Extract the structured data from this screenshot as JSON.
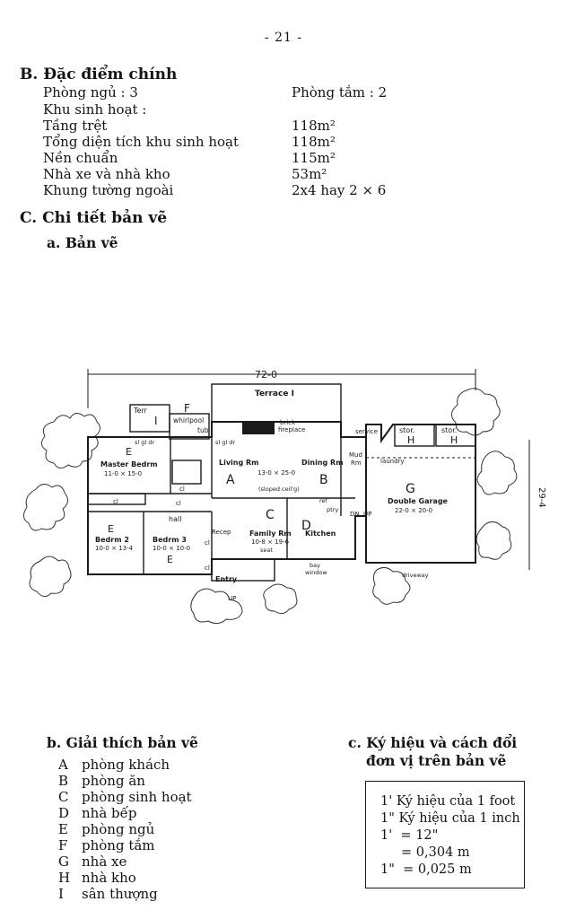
{
  "page_number": "- 21 -",
  "section_b": {
    "title": "B. Đặc điểm chính",
    "rows": [
      {
        "label": "Phòng ngủ : 3",
        "value": "Phòng tắm : 2"
      },
      {
        "label": "Khu sinh hoạt :",
        "value": ""
      },
      {
        "label": "Tầng trệt",
        "value": "118m²"
      },
      {
        "label": "Tổng diện tích khu sinh hoạt",
        "value": "118m²"
      },
      {
        "label": "Nền chuẩn",
        "value": "115m²"
      },
      {
        "label": "Nhà xe và nhà kho",
        "value": "53m²"
      },
      {
        "label": "Khung tường ngoài",
        "value": "2x4  hay 2 × 6"
      }
    ]
  },
  "section_c": {
    "title": "C. Chi tiết bản vẽ",
    "sub_a": "a. Bản vẽ"
  },
  "plan": {
    "overall_dim": "72-0",
    "side_dim": "29-4",
    "terrace": "Terrace I",
    "terr_small": "Terr",
    "whirlpool": "whirlpool",
    "tub": "tub",
    "brick_fireplace_1": "brick",
    "brick_fireplace_2": "fireplace",
    "service": "service",
    "stor_1": "stor.",
    "stor_2": "stor.",
    "sl_gl_1": "sl gl dr",
    "sl_gl_2": "sl gl dr",
    "master_bedrm": "Master Bedrm",
    "master_dim": "11-0 × 15-0",
    "living_rm": "Living Rm",
    "dining_rm": "Dining Rm",
    "living_dim": "13-0 × 25-0",
    "sloped_ceil": "(sloped ceil'g)",
    "mud_rm_1": "Mud",
    "mud_rm_2": "Rm",
    "laundry": "laundry",
    "double_garage": "Double Garage",
    "garage_dim": "22-0 × 20-0",
    "hall": "hall",
    "bedrm_2": "Bedrm 2",
    "bedrm_2_dim": "10-0 × 13-4",
    "bedrm_3": "Bedrm 3",
    "bedrm_3_dim": "10-0 × 10-0",
    "recep": "Recep",
    "family_rm": "Family Rm",
    "family_dim": "10-8 × 19-6",
    "seat": "seat",
    "kitchen": "Kitchen",
    "ref": "ref",
    "ptry": "ptry",
    "dn": "DN",
    "up": "UP",
    "entry": "Entry",
    "entry_up": "UP",
    "bay_window_1": "bay",
    "bay_window_2": "window",
    "driveway": "driveway",
    "cl": "cl",
    "room_letters": {
      "A": "A",
      "B": "B",
      "C": "C",
      "D": "D",
      "E": "E",
      "F": "F",
      "G": "G",
      "H": "H",
      "I": "I"
    }
  },
  "legend": {
    "title": "b. Giải thích bản vẽ",
    "items": [
      {
        "key": "A",
        "text": "phòng khách"
      },
      {
        "key": "B",
        "text": "phòng ăn"
      },
      {
        "key": "C",
        "text": "phòng sinh hoạt"
      },
      {
        "key": "D",
        "text": "nhà bếp"
      },
      {
        "key": "E",
        "text": "phòng ngủ"
      },
      {
        "key": "F",
        "text": "phòng tắm"
      },
      {
        "key": "G",
        "text": "nhà xe"
      },
      {
        "key": "H",
        "text": "nhà kho"
      },
      {
        "key": "I",
        "text": "sân thượng"
      }
    ]
  },
  "units": {
    "title_1": "c. Ký hiệu và cách đổi",
    "title_2": "đơn vị trên bản vẽ",
    "lines": [
      "1' Ký hiệu của 1 foot",
      "1\" Ký hiệu của 1 inch",
      "1'  = 12\"",
      "     = 0,304 m",
      "1\"  = 0,025 m"
    ]
  }
}
